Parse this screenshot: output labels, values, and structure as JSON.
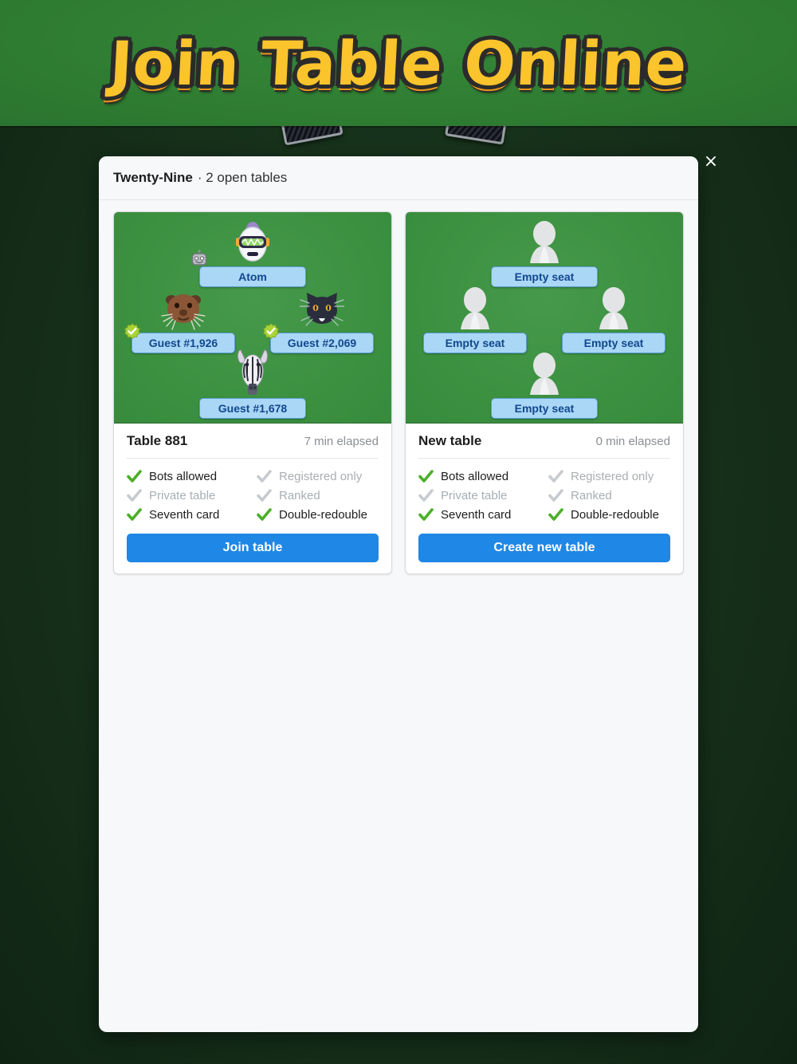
{
  "banner": {
    "title": "Join Table Online",
    "title_color": "#fbc42c",
    "outline_color": "#2b2b2b",
    "shadow_color": "#e8971a",
    "background_color": "#2f7d32"
  },
  "page": {
    "background_color": "#16301a"
  },
  "modal": {
    "close_label": "×",
    "close_icon": "close-icon",
    "header": {
      "game_name": "Twenty-Nine",
      "separator": "·",
      "open_tables_text": "2 open tables",
      "subtitle": "· 2 open tables"
    },
    "felt_color": "#3c9141",
    "nameplate_color": "#a9d7f5",
    "nameplate_text_color": "#13478e",
    "button_color": "#1f87e5"
  },
  "tables": [
    {
      "name": "Table 881",
      "elapsed": "7 min elapsed",
      "cta_label": "Join table",
      "cta_name": "join-table-button",
      "seats": [
        {
          "position": "north",
          "label": "Atom",
          "avatar": "robot-avatar",
          "badge": "bot-badge",
          "empty": false
        },
        {
          "position": "west",
          "label": "Guest #1,926",
          "avatar": "otter-avatar",
          "badge": "verified-badge",
          "empty": false
        },
        {
          "position": "east",
          "label": "Guest #2,069",
          "avatar": "cat-avatar",
          "badge": "verified-badge",
          "empty": false
        },
        {
          "position": "south",
          "label": "Guest #1,678",
          "avatar": "zebra-avatar",
          "badge": null,
          "empty": false
        }
      ],
      "flags": [
        {
          "label": "Bots allowed",
          "enabled": true
        },
        {
          "label": "Registered only",
          "enabled": false
        },
        {
          "label": "Private table",
          "enabled": false
        },
        {
          "label": "Ranked",
          "enabled": false
        },
        {
          "label": "Seventh card",
          "enabled": true
        },
        {
          "label": "Double-redouble",
          "enabled": true
        }
      ]
    },
    {
      "name": "New table",
      "elapsed": "0 min elapsed",
      "cta_label": "Create new table",
      "cta_name": "create-new-table-button",
      "seats": [
        {
          "position": "north",
          "label": "Empty seat",
          "avatar": "person-silhouette",
          "badge": null,
          "empty": true
        },
        {
          "position": "west",
          "label": "Empty seat",
          "avatar": "person-silhouette",
          "badge": null,
          "empty": true
        },
        {
          "position": "east",
          "label": "Empty seat",
          "avatar": "person-silhouette",
          "badge": null,
          "empty": true
        },
        {
          "position": "south",
          "label": "Empty seat",
          "avatar": "person-silhouette",
          "badge": null,
          "empty": true
        }
      ],
      "flags": [
        {
          "label": "Bots allowed",
          "enabled": true
        },
        {
          "label": "Registered only",
          "enabled": false
        },
        {
          "label": "Private table",
          "enabled": false
        },
        {
          "label": "Ranked",
          "enabled": false
        },
        {
          "label": "Seventh card",
          "enabled": true
        },
        {
          "label": "Double-redouble",
          "enabled": true
        }
      ]
    }
  ],
  "colors": {
    "check_on": "#4caf29",
    "check_off": "#c7cbcf",
    "accent_blue": "#1f87e5"
  }
}
